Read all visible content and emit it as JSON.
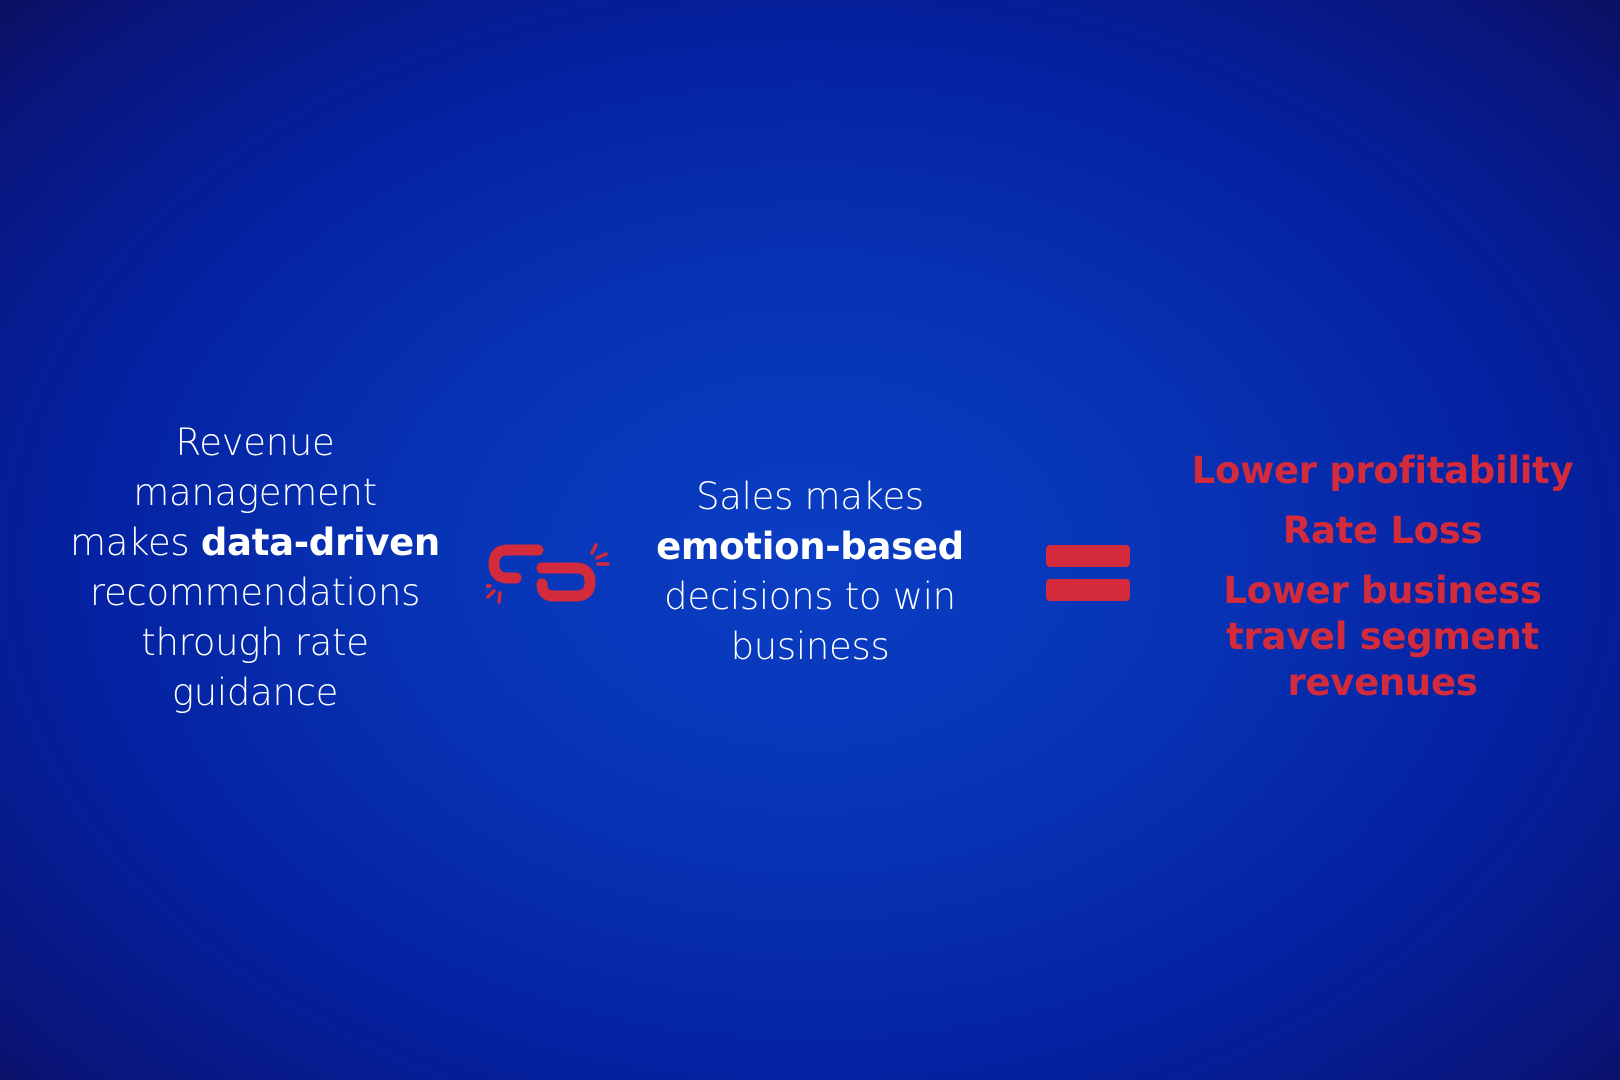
{
  "left_text": {
    "line1": "Revenue",
    "line2": "management",
    "line3_prefix": "makes ",
    "line3_bold": "data-driven",
    "line4": "recommendations",
    "line5": "through rate",
    "line6": "guidance"
  },
  "middle_text": {
    "line1": "Sales makes",
    "line2_bold": "emotion-based",
    "line3": "decisions to win",
    "line4": "business"
  },
  "results": [
    {
      "line1": "Lower profitability"
    },
    {
      "line1": "Rate Loss"
    },
    {
      "line1": "Lower business",
      "line2": "travel segment",
      "line3": "revenues"
    }
  ],
  "icons": {
    "connector": "broken-link-icon",
    "operator": "equals-icon"
  },
  "colors": {
    "accent_red": "#d32a3c",
    "text_white": "#ffffff",
    "background_blue": "#0733b4"
  }
}
